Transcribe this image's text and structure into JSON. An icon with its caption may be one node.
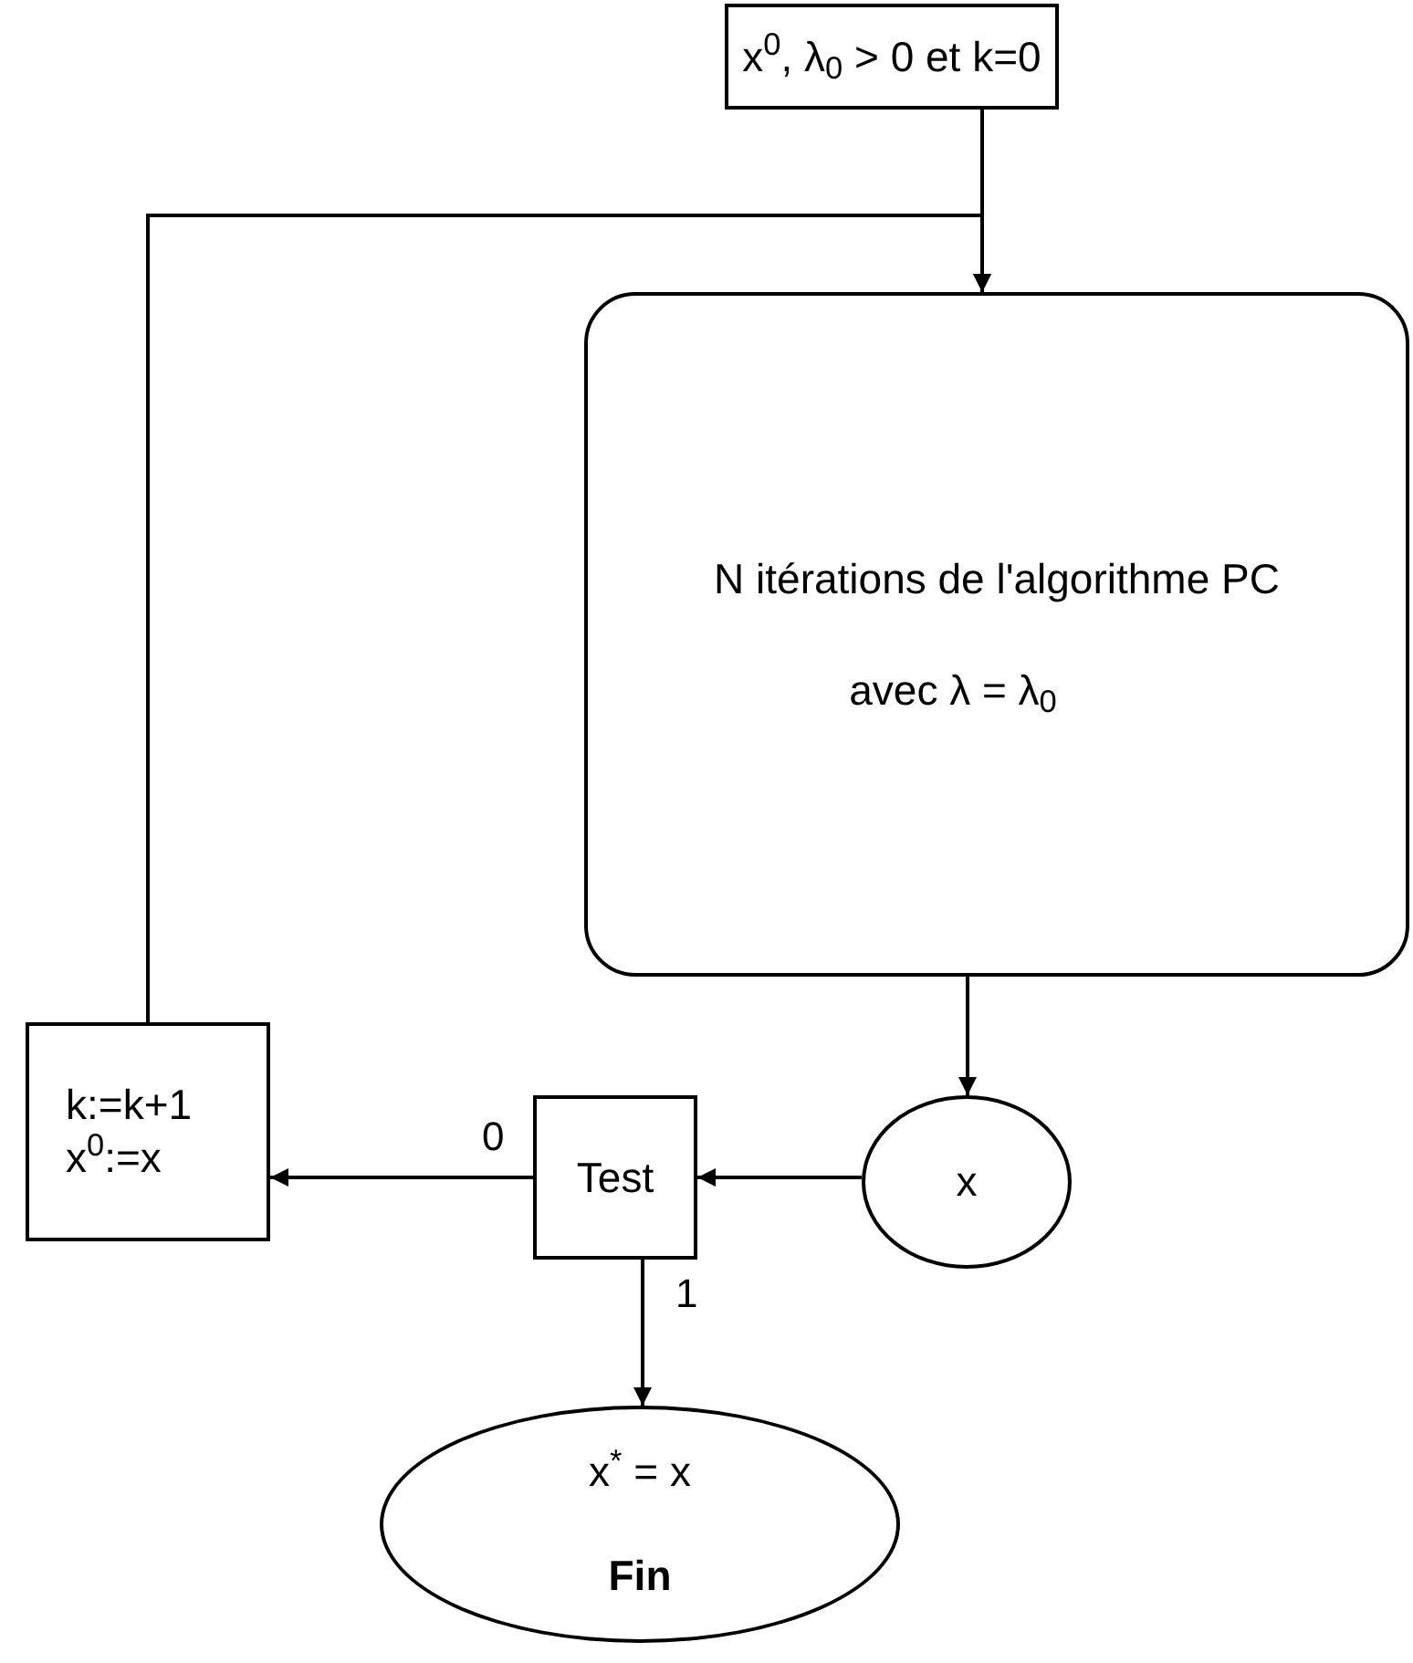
{
  "diagram": {
    "nodes": [
      {
        "text": [
          "x$^{0}$, λ$_{0}$ > 0 et k=0"
        ]
      },
      {
        "text": [
          "N itérations de l'algorithme PC",
          "avec λ = λ$_{0}$"
        ]
      },
      {
        "text": [
          "x"
        ]
      },
      {
        "text": [
          "Test"
        ]
      },
      {
        "text": [
          "k:=k+1",
          "x$^{0}$:=x"
        ]
      },
      {
        "text": [
          "x$^{*}$ = x",
          "Fin"
        ]
      }
    ],
    "edges": [
      {
        "from": 0,
        "to": 1,
        "arrow": "to"
      },
      {
        "from": 4,
        "to": 1,
        "arrow": "to"
      },
      {
        "from": 1,
        "to": 2,
        "arrow": "to"
      },
      {
        "from": 2,
        "to": 3,
        "arrow": "to"
      },
      {
        "from": 3,
        "to": 4,
        "arrow": "to",
        "label": "0"
      },
      {
        "from": 3,
        "to": 5,
        "arrow": "to",
        "label": "1"
      }
    ]
  }
}
